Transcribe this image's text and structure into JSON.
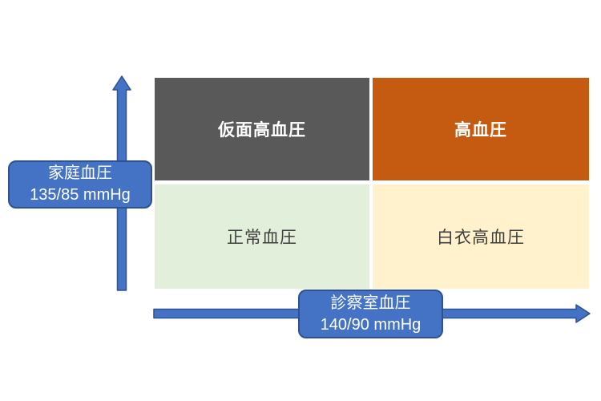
{
  "quadrants": [
    {
      "id": "masked-hypertension",
      "label": "仮面高血圧",
      "bg": "#595959",
      "text_color": "#ffffff"
    },
    {
      "id": "hypertension",
      "label": "高血圧",
      "bg": "#C55A11",
      "text_color": "#ffffff"
    },
    {
      "id": "normal-bp",
      "label": "正常血圧",
      "bg": "#E2EFDA",
      "text_color": "#3f3f3f"
    },
    {
      "id": "white-coat-hypertension",
      "label": "白衣高血圧",
      "bg": "#FFF2CC",
      "text_color": "#3f3f3f"
    }
  ],
  "axes": {
    "y_axis": {
      "label": "家庭血圧",
      "threshold": "135/85 mmHg"
    },
    "x_axis": {
      "label": "診察室血圧",
      "threshold": "140/90 mmHg"
    }
  },
  "colors": {
    "axis_fill": "#4472C4",
    "axis_border": "#2F528F",
    "background": "#ffffff"
  }
}
